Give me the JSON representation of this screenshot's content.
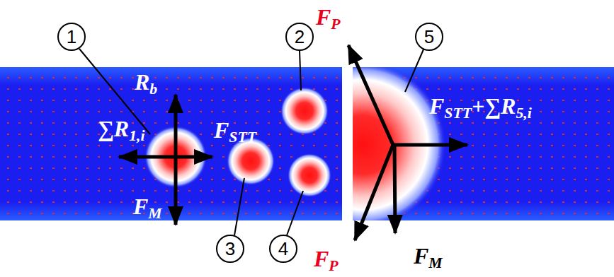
{
  "diagram": {
    "nodes": [
      {
        "text": [
          "1"
        ]
      },
      {
        "text": [
          "2"
        ]
      },
      {
        "text": [
          "5"
        ]
      },
      {
        "text": [
          "3"
        ]
      },
      {
        "text": [
          "4"
        ]
      }
    ],
    "labels": [
      "Rb",
      "∑R1,i",
      "FSTT",
      "FM",
      "FP",
      "FSTT+∑R5,i",
      "FP",
      "FM"
    ]
  }
}
